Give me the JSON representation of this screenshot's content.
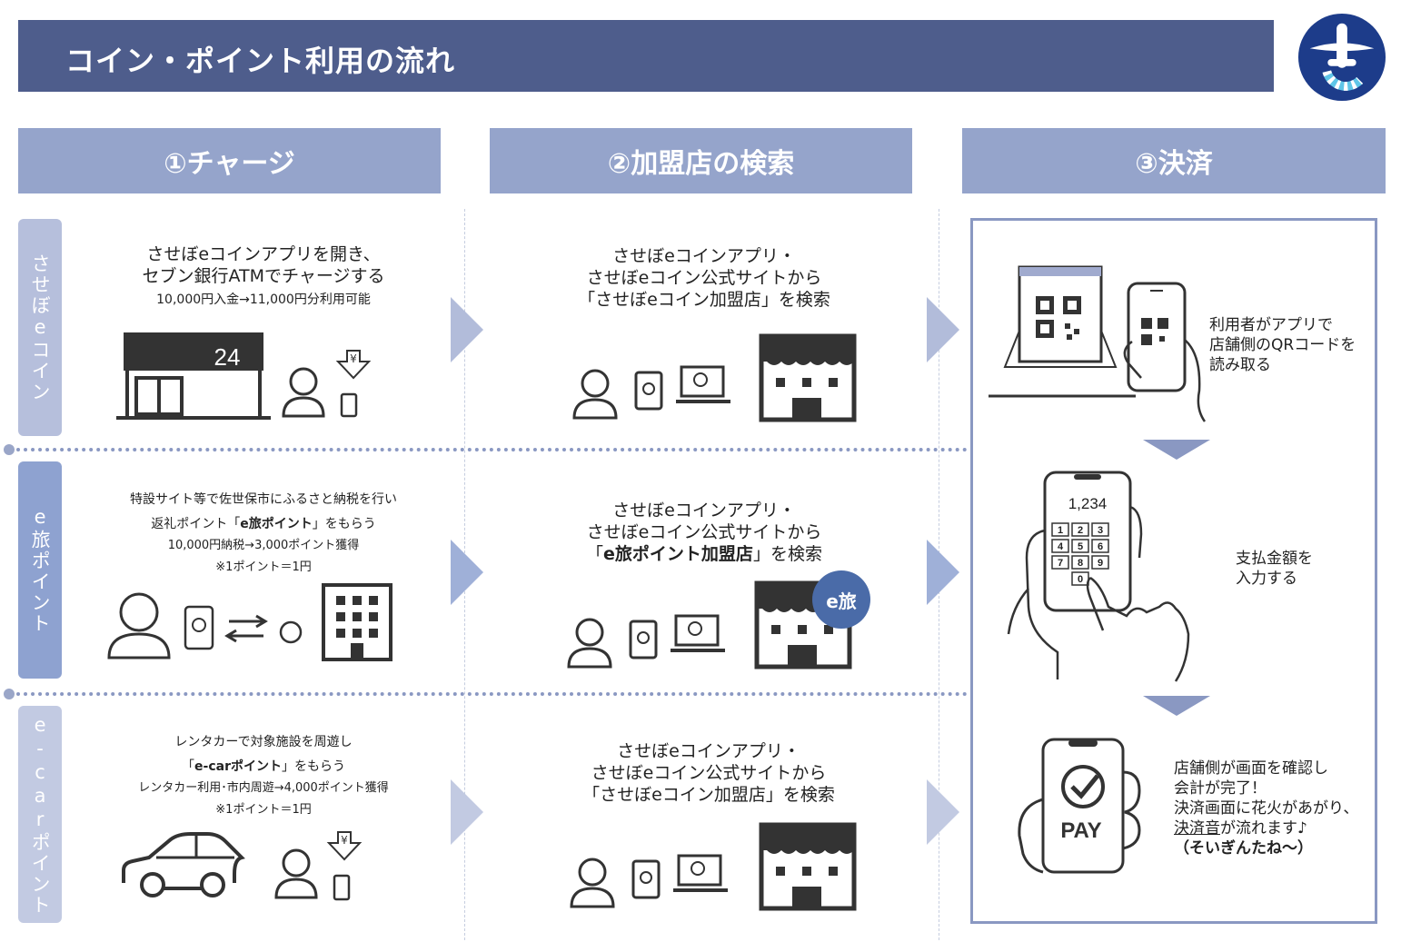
{
  "header": {
    "title": "コイン・ポイント利用の流れ"
  },
  "columns": [
    "①チャージ",
    "②加盟店の検索",
    "③決済"
  ],
  "rows": [
    {
      "label": "させぼeコイン",
      "charge": {
        "line1": "させぼeコインアプリを開き、",
        "line2": "セブン銀行ATMでチャージする",
        "line3": "10,000円入金→11,000円分利用可能",
        "store_number": "24"
      },
      "search": {
        "line1": "させぼeコインアプリ・",
        "line2": "させぼeコイン公式サイトから",
        "line3": "「させぼeコイン加盟店」を検索"
      }
    },
    {
      "label": "e旅ポイント",
      "charge": {
        "line1": "特設サイト等で佐世保市にふるさと納税を行い",
        "line2_pre": "返礼ポイント「",
        "line2_bold": "e旅ポイント",
        "line2_post": "」をもらう",
        "line3": "10,000円納税→3,000ポイント獲得",
        "line4": "※1ポイント＝1円"
      },
      "search": {
        "line1": "させぼeコインアプリ・",
        "line2": "させぼeコイン公式サイトから",
        "line3_pre": "「",
        "line3_bold": "e旅ポイント加盟店",
        "line3_post": "」を検索",
        "badge": "e旅"
      }
    },
    {
      "label": "e‐carポイント",
      "charge": {
        "line1": "レンタカーで対象施設を周遊し",
        "line2_pre": "「",
        "line2_bold": "e-carポイント",
        "line2_post": "」をもらう",
        "line3": "レンタカー利用･市内周遊→4,000ポイント獲得",
        "line4": "※1ポイント＝1円"
      },
      "search": {
        "line1": "させぼeコインアプリ・",
        "line2": "させぼeコイン公式サイトから",
        "line3": "「させぼeコイン加盟店」を検索"
      }
    }
  ],
  "payment": {
    "step1": {
      "line1": "利用者がアプリで",
      "line2": "店舗側のQRコードを",
      "line3": "読み取る"
    },
    "step2": {
      "line1": "支払金額を",
      "line2": "入力する",
      "amount": "1,234",
      "keys": [
        "1",
        "2",
        "3",
        "4",
        "5",
        "6",
        "7",
        "8",
        "9",
        "0"
      ]
    },
    "step3": {
      "line1": "店舗側が画面を確認し",
      "line2": "会計が完了！",
      "line3": "決済画面に花火があがり、",
      "line4_underline": "決済音",
      "line4_rest": "が流れます♪",
      "line5": "（そいぎんたね～）",
      "pay_label": "PAY"
    }
  },
  "colors": {
    "banner": "#4e5d8c",
    "column_header": "#95a4cb",
    "row1": "#b6bfdc",
    "row2": "#8ea2d0",
    "row3": "#c2cae2",
    "arrow": "#b2bcda",
    "logo": "#1d3c8a"
  }
}
